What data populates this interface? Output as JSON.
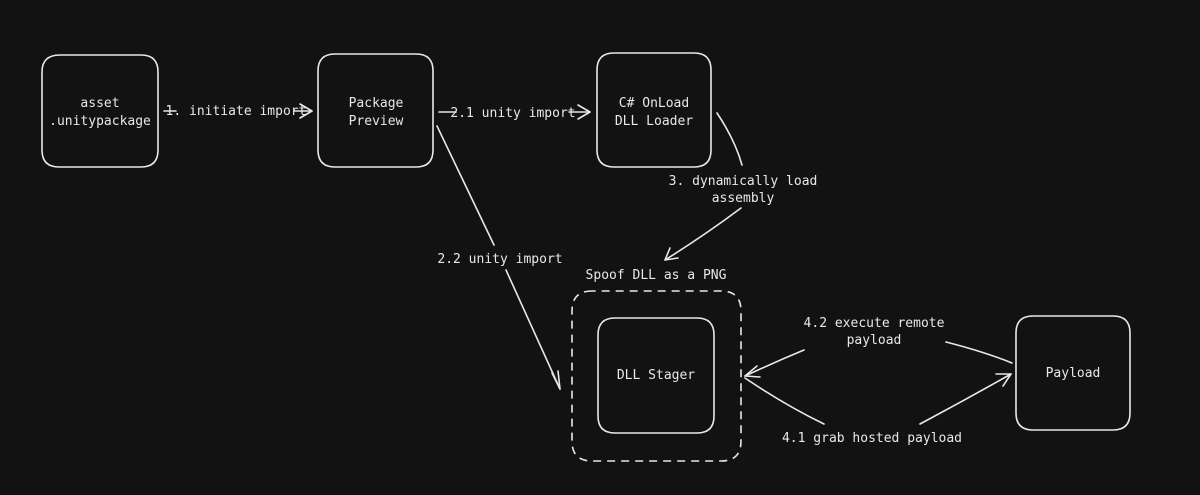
{
  "nodes": {
    "asset": {
      "line1": "asset",
      "line2": ".unitypackage"
    },
    "preview": {
      "line1": "Package",
      "line2": "Preview"
    },
    "loader": {
      "line1": "C# OnLoad",
      "line2": "DLL Loader"
    },
    "stager": {
      "line1": "DLL Stager"
    },
    "payload": {
      "line1": "Payload"
    }
  },
  "group": {
    "label": "Spoof DLL as a PNG"
  },
  "edges": {
    "e1": {
      "label": "1. initiate import"
    },
    "e21": {
      "label": "2.1 unity import"
    },
    "e22": {
      "label": "2.2 unity import"
    },
    "e3": {
      "line1": "3. dynamically load",
      "line2": "assembly"
    },
    "e42": {
      "line1": "4.2 execute remote",
      "line2": "payload"
    },
    "e41": {
      "label": "4.1 grab hosted payload"
    }
  },
  "colors": {
    "background": "#121212",
    "stroke": "#e8e8e8"
  }
}
